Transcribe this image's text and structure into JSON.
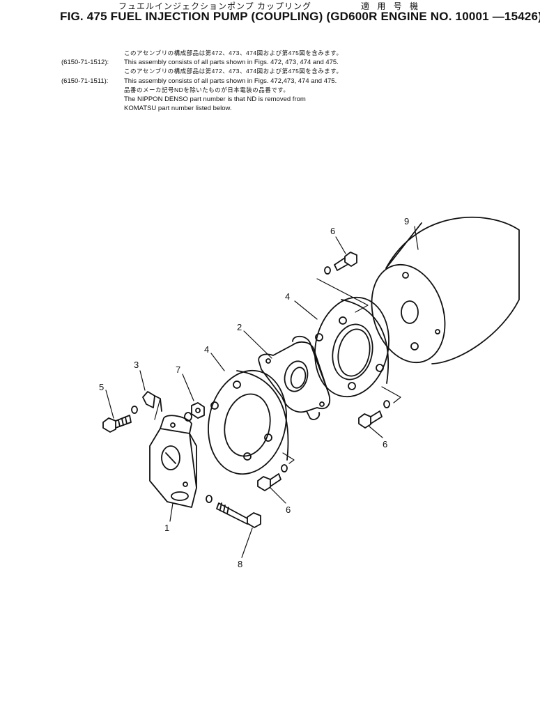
{
  "header": {
    "jp_title": "フュエルインジェクションポンプ カップリング",
    "jp_applicability": "適 用 号 機",
    "title": "FIG. 475  FUEL INJECTION PUMP (COUPLING) (GD600R ENGINE NO. 10001 —15426)"
  },
  "notes": [
    {
      "pn": "",
      "text": "このアセンブリの構成部品は第472、473、474図および第475図を含みます。",
      "jp": true
    },
    {
      "pn": "(6150-71-1512):",
      "text": "This assembly consists of all parts shown in Figs. 472, 473, 474 and 475.",
      "jp": false
    },
    {
      "pn": "",
      "text": "このアセンブリの構成部品は第472、473、474図および第475図を含みます。",
      "jp": true
    },
    {
      "pn": "(6150-71-1511):",
      "text": "This assembly consists of all parts shown in Figs. 472,473, 474 and 475.",
      "jp": false
    },
    {
      "pn": "",
      "text": "品番のメーカ記号NDを除いたものが日本電装の品番です。",
      "jp": true
    },
    {
      "pn": "",
      "text": "The NIPPON DENSO part number is that ND is removed from",
      "jp": false
    },
    {
      "pn": "",
      "text": "KOMATSU part number listed below.",
      "jp": false
    }
  ],
  "callouts": {
    "c1": "1",
    "c2": "2",
    "c3": "3",
    "c4a": "4",
    "c4b": "4",
    "c5": "5",
    "c6a": "6",
    "c6b": "6",
    "c6c": "6",
    "c7": "7",
    "c8": "8",
    "c9": "9"
  }
}
